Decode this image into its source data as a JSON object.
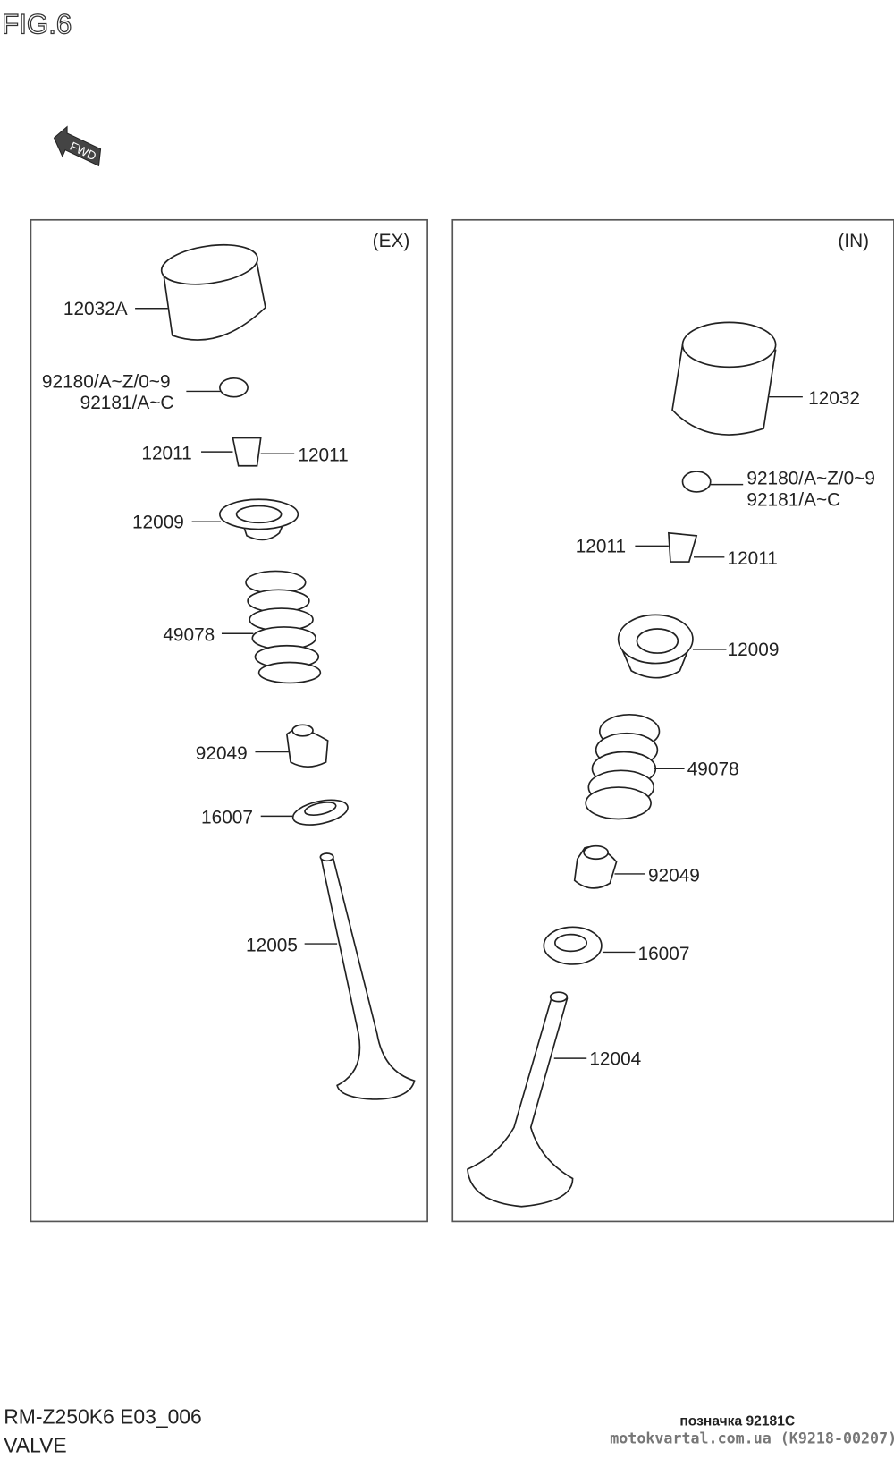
{
  "figure_title": "FIG.6",
  "fwd_label": "FWD",
  "exhaust": {
    "section_label": "(EX)",
    "parts": [
      "12032A",
      "92180/A~Z/0~9",
      "92181/A~C",
      "12011",
      "12011",
      "12009",
      "49078",
      "92049",
      "16007",
      "12005"
    ]
  },
  "intake": {
    "section_label": "(IN)",
    "parts": [
      "12032",
      "92180/A~Z/0~9",
      "92181/A~C",
      "12011",
      "12011",
      "12009",
      "49078",
      "92049",
      "16007",
      "12004"
    ]
  },
  "footer": {
    "model_code": "RM-Z250K6 E03_006",
    "section_name": "VALVE",
    "note": "позначка 92181C",
    "watermark": "motokvartal.com.ua (K9218-00207)"
  }
}
